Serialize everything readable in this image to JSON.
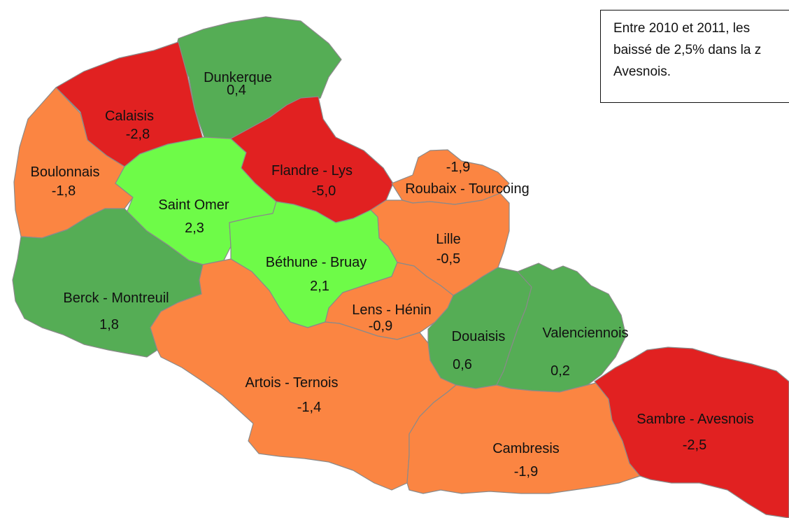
{
  "colors": {
    "strong_decline": "#e12121",
    "decline": "#fb8542",
    "increase": "#55ad55",
    "strong_increase": "#6efb48",
    "border": "#8a8a8a"
  },
  "note": {
    "lines": [
      "Entre 2010 et 2011, les",
      "baissé de 2,5% dans la z",
      "Avesnois."
    ]
  },
  "zones": [
    {
      "id": "dunkerque",
      "label": "Dunkerque",
      "value": "0,4",
      "class": "increase"
    },
    {
      "id": "calaisis",
      "label": "Calaisis",
      "value": "-2,8",
      "class": "strong_decline"
    },
    {
      "id": "boulonnais",
      "label": "Boulonnais",
      "value": "-1,8",
      "class": "decline"
    },
    {
      "id": "saint-omer",
      "label": "Saint Omer",
      "value": "2,3",
      "class": "strong_increase"
    },
    {
      "id": "flandre-lys",
      "label": "Flandre - Lys",
      "value": "-5,0",
      "class": "strong_decline"
    },
    {
      "id": "roubaix-tourcoing",
      "label": "Roubaix - Tourcoing",
      "value": "-1,9",
      "class": "decline"
    },
    {
      "id": "lille",
      "label": "Lille",
      "value": "-0,5",
      "class": "decline"
    },
    {
      "id": "bethune-bruay",
      "label": "Béthune - Bruay",
      "value": "2,1",
      "class": "strong_increase"
    },
    {
      "id": "berck-montreuil",
      "label": "Berck - Montreuil",
      "value": "1,8",
      "class": "increase"
    },
    {
      "id": "lens-henin",
      "label": "Lens - Hénin",
      "value": "-0,9",
      "class": "decline"
    },
    {
      "id": "douaisis",
      "label": "Douaisis",
      "value": "0,6",
      "class": "increase"
    },
    {
      "id": "valenciennois",
      "label": "Valenciennois",
      "value": "0,2",
      "class": "increase"
    },
    {
      "id": "artois-ternois",
      "label": "Artois - Ternois",
      "value": "-1,4",
      "class": "decline"
    },
    {
      "id": "cambresis",
      "label": "Cambresis",
      "value": "-1,9",
      "class": "decline"
    },
    {
      "id": "sambre-avesnois",
      "label": "Sambre - Avesnois",
      "value": "-2,5",
      "class": "strong_decline"
    }
  ]
}
